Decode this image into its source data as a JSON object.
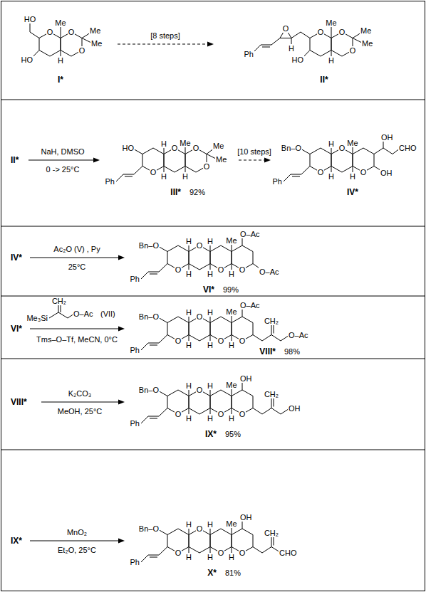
{
  "diagram": {
    "labels": [
      "HO",
      "O",
      "Me",
      "O",
      "Me",
      "Me",
      "O",
      "HO",
      "H",
      "I*",
      "[8 steps]",
      "O",
      "O",
      "Me",
      "O",
      "Me",
      "Me",
      "H",
      "O",
      "Ph",
      "HO",
      "H",
      "II*",
      "II*",
      "NaH, DMSO",
      "0 -> 25°C",
      "HO",
      "H",
      "Me",
      "O",
      "O",
      "Me",
      "Me",
      "O",
      "O",
      "Ph",
      "H",
      "H",
      "III*",
      "92%",
      "[10 steps]",
      "Bn–O",
      "H",
      "Me",
      "OH",
      "O",
      "CHO",
      "O",
      "O",
      "OH",
      "Ph",
      "H",
      "H",
      "IV*",
      "IV*",
      "Ac₂O (V) , Py",
      "25°C",
      "Bn–O",
      "H",
      "H",
      "Me",
      "O–Ac",
      "O",
      "O",
      "O",
      "O",
      "O–Ac",
      "Ph",
      "H",
      "H",
      "H",
      "VI*",
      "99%",
      "VI*",
      "Me₃Si",
      "CH₂",
      "O–Ac",
      "(VII)",
      "Tms–O–Tf, MeCN, 0°C",
      "Bn–O",
      "H",
      "H",
      "Me",
      "O–Ac",
      "O",
      "O",
      "O",
      "O",
      "CH₂",
      "O–Ac",
      "Ph",
      "H",
      "H",
      "H",
      "VIII*",
      "98%",
      "VIII*",
      "K₂CO₃",
      "MeOH, 25°C",
      "Bn–O",
      "H",
      "H",
      "Me",
      "OH",
      "O",
      "O",
      "O",
      "O",
      "CH₂",
      "OH",
      "Ph",
      "H",
      "H",
      "H",
      "IX*",
      "95%",
      "IX*",
      "MnO₂",
      "Et₂O, 25°C",
      "Bn–O",
      "H",
      "H",
      "Me",
      "OH",
      "O",
      "O",
      "O",
      "O",
      "CH₂",
      "CHO",
      "Ph",
      "H",
      "H",
      "H",
      "X*",
      "81%"
    ]
  }
}
